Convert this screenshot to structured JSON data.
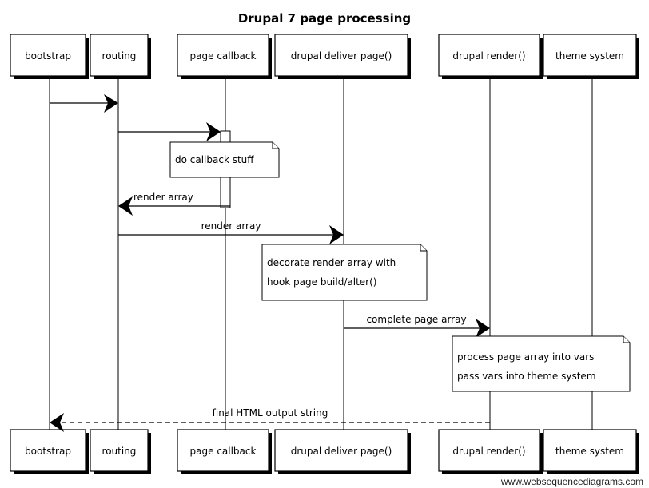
{
  "diagram": {
    "title": "Drupal 7 page processing",
    "participants": [
      {
        "id": "bootstrap",
        "label": "bootstrap"
      },
      {
        "id": "routing",
        "label": "routing"
      },
      {
        "id": "page-callback",
        "label": "page callback"
      },
      {
        "id": "drupal-deliver-page",
        "label": "drupal deliver page()"
      },
      {
        "id": "drupal-render",
        "label": "drupal render()"
      },
      {
        "id": "theme-system",
        "label": "theme system"
      }
    ],
    "messages": [
      {
        "from": "bootstrap",
        "to": "routing",
        "label": "",
        "style": "solid"
      },
      {
        "from": "routing",
        "to": "page-callback",
        "label": "",
        "style": "solid"
      },
      {
        "from": "page-callback",
        "to": "routing",
        "label": "render array",
        "style": "solid"
      },
      {
        "from": "routing",
        "to": "drupal-deliver-page",
        "label": "render array",
        "style": "solid"
      },
      {
        "from": "drupal-deliver-page",
        "to": "drupal-render",
        "label": "complete page array",
        "style": "solid"
      },
      {
        "from": "drupal-render",
        "to": "bootstrap",
        "label": "final HTML output string",
        "style": "dashed"
      }
    ],
    "notes": [
      {
        "over": "page-callback",
        "lines": [
          "do callback stuff"
        ]
      },
      {
        "over": "drupal-deliver-page",
        "lines": [
          "decorate render array with",
          "hook page build/alter()"
        ]
      },
      {
        "over": "drupal-render",
        "lines": [
          "process page array into vars",
          "pass vars into theme system"
        ]
      }
    ]
  },
  "footer": {
    "credit": "www.websequencediagrams.com"
  }
}
